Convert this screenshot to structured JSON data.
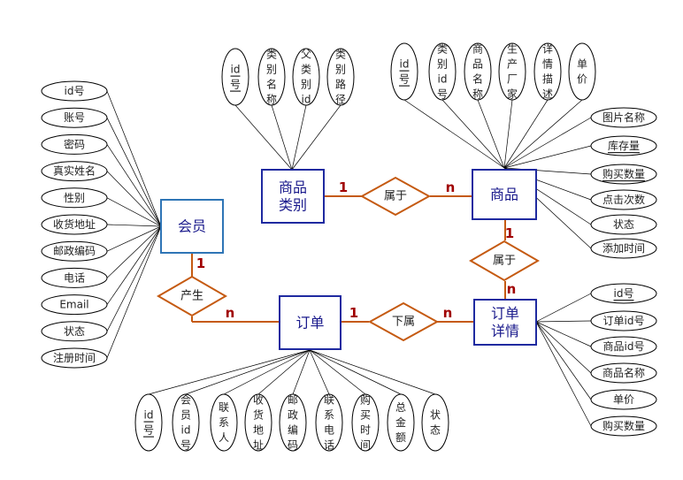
{
  "entities": {
    "member": {
      "label": "会员",
      "color": "#2e75b6"
    },
    "category": {
      "label_lines": [
        "商品",
        "类别"
      ],
      "color": "#1f2aa0"
    },
    "product": {
      "label": "商品",
      "color": "#1f2aa0"
    },
    "order": {
      "label": "订单",
      "color": "#1f2aa0"
    },
    "order_detail": {
      "label_lines": [
        "订单",
        "详情"
      ],
      "color": "#1f2aa0"
    }
  },
  "relationships": {
    "belongs_category": {
      "label": "属于",
      "card_left": "1",
      "card_right": "n"
    },
    "belongs_product": {
      "label": "属于",
      "card_top": "1",
      "card_bottom": "n"
    },
    "generates": {
      "label": "产生",
      "card_top": "1",
      "card_right": "n"
    },
    "belongs_order": {
      "label": "下属",
      "card_left": "1",
      "card_right": "n"
    }
  },
  "member_attributes": [
    "id号",
    "账号",
    "密码",
    "真实姓名",
    "性别",
    "收货地址",
    "邮政编码",
    "电话",
    "Email",
    "状态",
    "注册时间"
  ],
  "category_attributes": [
    "id号",
    "类别名称",
    "父类别id",
    "类别路径"
  ],
  "product_top_attributes": [
    "id号",
    "类别id号",
    "商品名称",
    "生产厂家",
    "详情描述",
    "单价"
  ],
  "product_right_attributes": [
    "图片名称",
    "库存量",
    "购买数量",
    "点击次数",
    "状态",
    "添加时间"
  ],
  "order_attributes": [
    "id号",
    "会员id号",
    "联系人",
    "收货地址",
    "邮政编码",
    "联系电话",
    "购买时间",
    "总金额",
    "状态"
  ],
  "detail_attributes": [
    "id号",
    "订单id号",
    "商品id号",
    "商品名称",
    "单价",
    "购买数量"
  ],
  "colors": {
    "entity_border": "#1f2aa0",
    "member_border": "#2e75b6",
    "relationship": "#c55a11",
    "cardinality": "#a00000",
    "lines": "#000000"
  }
}
